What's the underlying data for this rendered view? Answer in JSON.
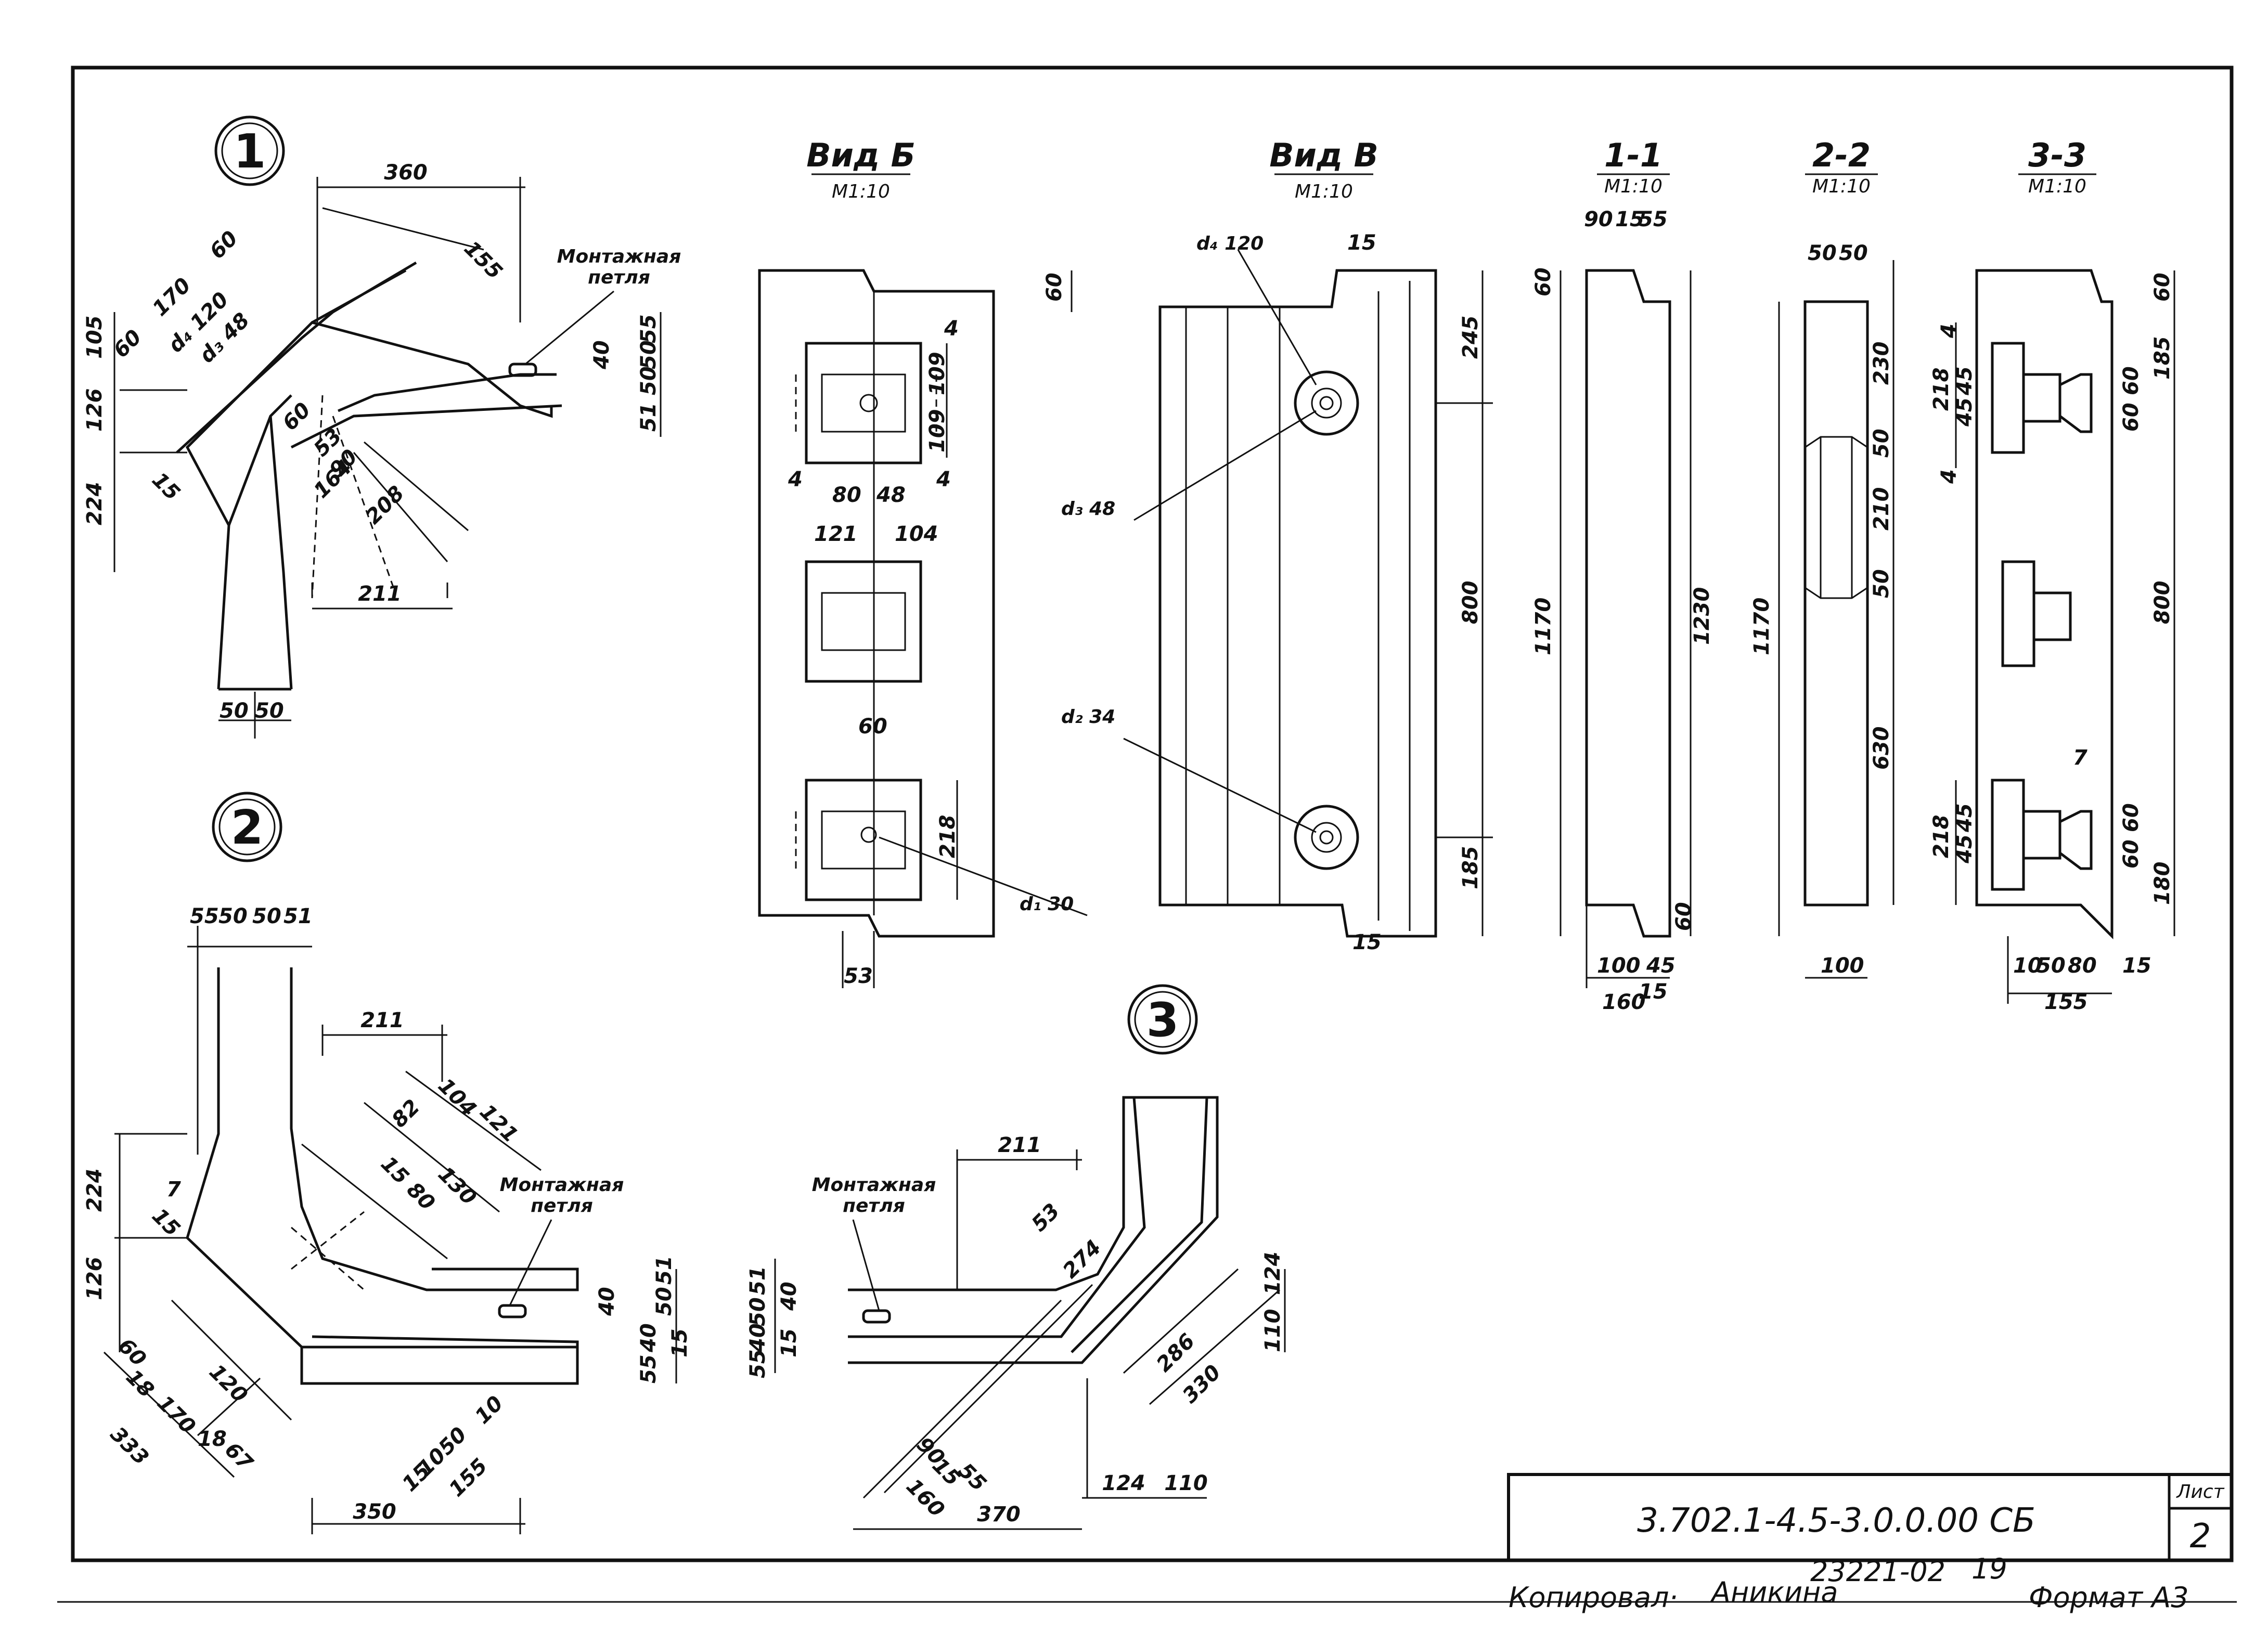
{
  "callouts": {
    "c1": "1",
    "c2": "2",
    "c3": "3"
  },
  "views": {
    "vid_b": {
      "title": "Вид Б",
      "scale": "М1:10"
    },
    "vid_v": {
      "title": "Вид В",
      "scale": "М1:10"
    },
    "s11": {
      "title": "1-1",
      "scale": "М1:10"
    },
    "s22": {
      "title": "2-2",
      "scale": "М1:10"
    },
    "s33": {
      "title": "3-3",
      "scale": "М1:10"
    }
  },
  "labels": {
    "loop1": [
      "Монтажная",
      "петля"
    ],
    "loop2": [
      "Монтажная",
      "петля"
    ],
    "loop3": [
      "Монтажная",
      "петля"
    ],
    "d1": "d₁ 30",
    "d2": "d₂ 34",
    "d3": "d₃ 48",
    "d4": "d₄ 120"
  },
  "dims": {
    "n1": [
      "360",
      "155",
      "60",
      "170",
      "105",
      "60",
      "126",
      "224",
      "15",
      "50",
      "50",
      "211",
      "208",
      "164",
      "90",
      "53",
      "60",
      "55",
      "50",
      "50",
      "40",
      "51",
      "d₄ 120",
      "d₃ 48"
    ],
    "vb": [
      "60",
      "109",
      "109",
      "4",
      "4",
      "4",
      "80",
      "48",
      "121",
      "104",
      "60",
      "218",
      "53"
    ],
    "vv": [
      "15",
      "245",
      "800",
      "185",
      "15"
    ],
    "s11": [
      "90",
      "15",
      "55",
      "60",
      "1170",
      "1230",
      "60",
      "100",
      "45",
      "160",
      "15"
    ],
    "s22": [
      "50",
      "50",
      "1170",
      "230",
      "50",
      "210",
      "50",
      "630",
      "100"
    ],
    "s33": [
      "60",
      "185",
      "4",
      "218",
      "45",
      "45",
      "60",
      "60",
      "4",
      "800",
      "7",
      "218",
      "45",
      "45",
      "60",
      "60",
      "180",
      "10",
      "50",
      "80",
      "15",
      "155"
    ],
    "n2": [
      "55",
      "50",
      "50",
      "51",
      "211",
      "104",
      "121",
      "82",
      "130",
      "15",
      "80",
      "224",
      "126",
      "60",
      "18",
      "170",
      "120",
      "15",
      "7",
      "333",
      "18",
      "67",
      "350",
      "15",
      "10",
      "50",
      "10",
      "155",
      "40",
      "50",
      "51",
      "55",
      "40",
      "15"
    ],
    "n3": [
      "211",
      "53",
      "274",
      "51",
      "50",
      "40",
      "55",
      "40",
      "15",
      "124",
      "110",
      "286",
      "330",
      "90",
      "15",
      "55",
      "160",
      "370",
      "124",
      "110"
    ]
  },
  "stamp": {
    "code": "3.702.1-4.5-3.0.0.00 СБ",
    "sheet_label": "Лист",
    "sheet_no": "2"
  },
  "footer": {
    "copied_label": "Копировал·",
    "copied_name": "Аникина",
    "order_no": "23221-02",
    "order_sub": "19",
    "format": "Формат А3"
  }
}
